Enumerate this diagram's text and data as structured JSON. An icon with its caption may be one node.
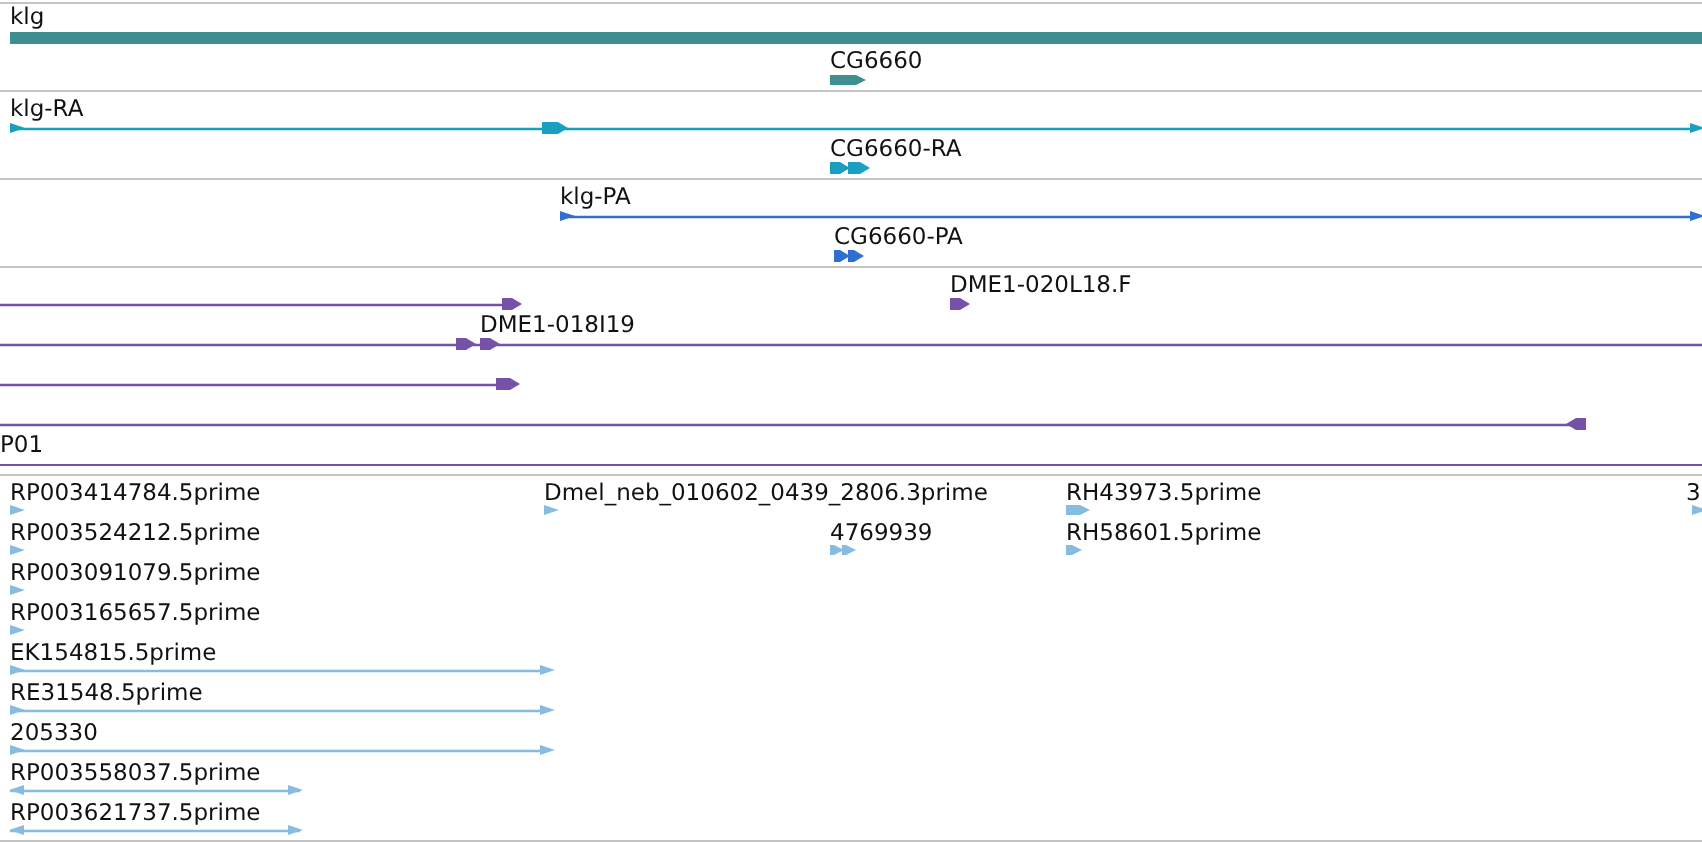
{
  "diagram": {
    "labels": [
      "klg",
      "CG6660",
      "klg-RA",
      "CG6660-RA",
      "klg-PA",
      "CG6660-PA",
      "DME1-020L18.F",
      "DME1-018I19",
      "P01",
      "RP003414784.5prime",
      "Dmel_neb_010602_0439_2806.3prime",
      "RH43973.5prime",
      "3",
      "RP003524212.5prime",
      "4769939",
      "RH58601.5prime",
      "RP003091079.5prime",
      "RP003165657.5prime",
      "EK154815.5prime",
      "RE31548.5prime",
      "205330",
      "RP003558037.5prime",
      "RP003621737.5prime"
    ]
  }
}
